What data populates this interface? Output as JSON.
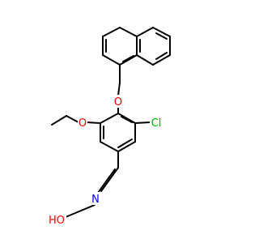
{
  "molecule": {
    "atoms": [
      {
        "id": "O_ether",
        "label": "O",
        "color": "#ff0000"
      },
      {
        "id": "O_ethoxy",
        "label": "O",
        "color": "#ff0000"
      },
      {
        "id": "Cl",
        "label": "Cl",
        "color": "#00b200"
      },
      {
        "id": "N",
        "label": "N",
        "color": "#0000ff"
      },
      {
        "id": "OH",
        "label": "HO",
        "color": "#ff0000"
      }
    ],
    "bond_color": "#000000"
  }
}
